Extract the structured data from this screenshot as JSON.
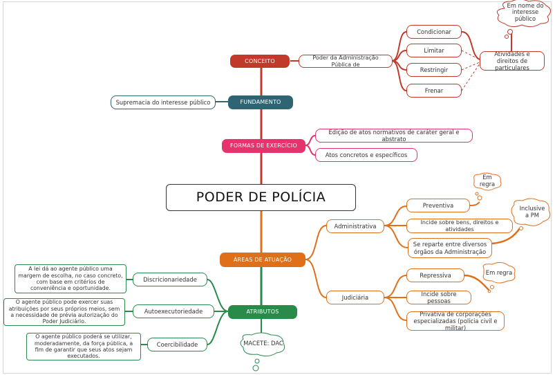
{
  "title": "PODER DE POLÍCIA",
  "colors": {
    "conceito": "#c0392b",
    "fundamento": "#2f6473",
    "formas": "#e5336d",
    "areas": "#e06f1a",
    "atributos": "#2a8a4a"
  },
  "conceito": {
    "label": "CONCEITO",
    "definicao": "Poder da Administração Pública de",
    "acoes": [
      "Condicionar",
      "Limitar",
      "Restringir",
      "Frenar"
    ],
    "objeto": "Atividades e direitos de particulares",
    "nota": "Em nome do interesse público"
  },
  "fundamento": {
    "label": "FUNDAMENTO",
    "texto": "Supremacia do interesse público"
  },
  "formas": {
    "label": "FORMAS DE EXERCÍCIO",
    "itens": [
      "Edição de atos normativos de caráter geral e abstrato",
      "Atos concretos e específicos"
    ]
  },
  "areas": {
    "label": "ÁREAS DE ATUAÇÃO",
    "administrativa": {
      "label": "Administrativa",
      "itens": [
        "Preventiva",
        "Incide sobre bens, direitos e atividades",
        "Se reparte entre diversos órgãos da Administração"
      ],
      "nota_regra": "Em regra",
      "nota_pm": "Inclusive a PM"
    },
    "judiciaria": {
      "label": "Judiciária",
      "itens": [
        "Repressiva",
        "Incide sobre pessoas",
        "Privativa de corporações especializadas (polícia civil e militar)"
      ],
      "nota_regra": "Em regra"
    }
  },
  "atributos": {
    "label": "ATRIBUTOS",
    "macete": "MACETE: DAC",
    "itens": [
      {
        "nome": "Discricionariedade",
        "descricao": "A lei dá ao agente público uma margem de escolha, no caso concreto, com base em critérios de conveniência e oportunidade."
      },
      {
        "nome": "Autoexecutoriedade",
        "descricao": "O agente público pode exercer suas atribuições por seus próprios meios, sem a necessidade de prévia autorização do Poder Judiciário."
      },
      {
        "nome": "Coercibilidade",
        "descricao": "O agente público poderá se utilizar, moderadamente, da força pública, a fim de garantir que seus atos sejam executados."
      }
    ]
  }
}
